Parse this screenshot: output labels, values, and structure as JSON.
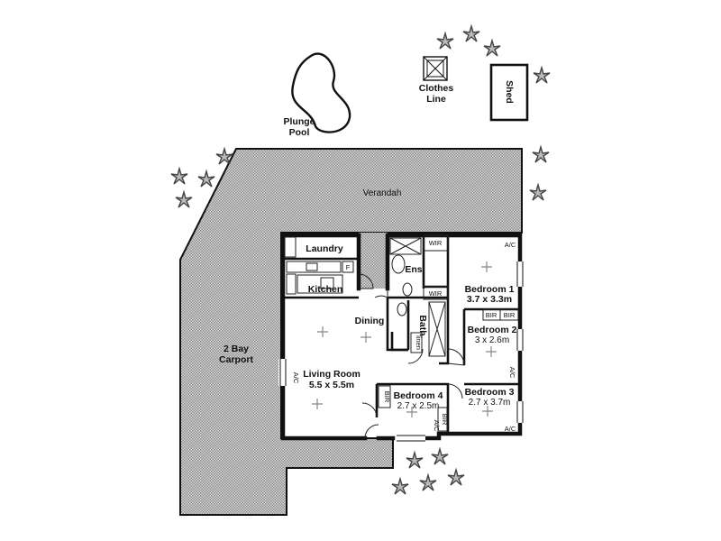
{
  "labels": {
    "plunge_pool_line1": "Plunge",
    "plunge_pool_line2": "Pool",
    "clothes_line_line1": "Clothes",
    "clothes_line_line2": "Line",
    "shed": "Shed",
    "verandah": "Verandah",
    "carport_line1": "2 Bay",
    "carport_line2": "Carport",
    "laundry": "Laundry",
    "fridge": "F",
    "kitchen": "Kitchen",
    "dining": "Dining",
    "living_room": "Living Room",
    "living_room_size": "5.5 x 5.5m",
    "ensuite": "Ens",
    "wir_top": "WIR",
    "wir_mid": "WIR",
    "bath": "Bath",
    "linen": "linen",
    "bedroom1": "Bedroom 1",
    "bedroom1_size": "3.7 x 3.3m",
    "bir_b1_left": "BIR",
    "bir_b1_right": "BIR",
    "bedroom2": "Bedroom 2",
    "bedroom2_size": "3 x 2.6m",
    "bedroom3": "Bedroom 3",
    "bedroom3_size": "2.7 x 3.7m",
    "bedroom4": "Bedroom 4",
    "bedroom4_size": "2.7 x 2.5m",
    "bir_b4": "BIR",
    "bir_b3": "BIR",
    "ac_bed1": "A/C",
    "ac_bed2": "A/C",
    "ac_bed3": "A/C",
    "ac_bed4": "A/C",
    "ac_living": "A/C"
  },
  "colors": {
    "wall": "#111111",
    "hatch": "#9a9a9a",
    "background": "#ffffff"
  }
}
